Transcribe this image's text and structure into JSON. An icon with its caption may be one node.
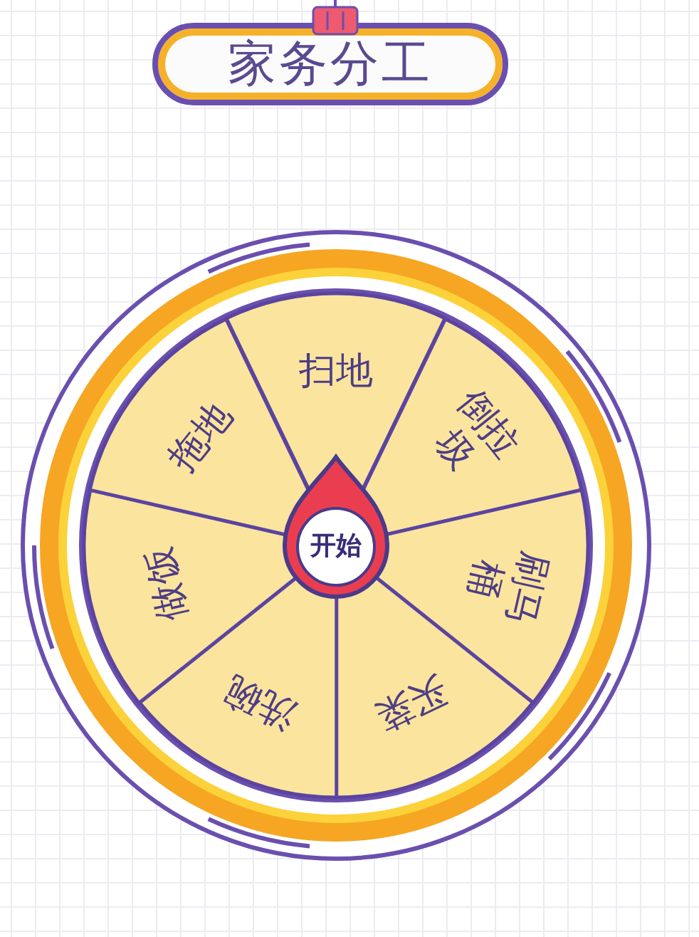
{
  "diagram": {
    "title": "家务分工",
    "nodes": [
      {
        "text": [
          "扫地"
        ]
      },
      {
        "text": [
          "倒拉圾"
        ]
      },
      {
        "text": [
          "刷马桶"
        ]
      },
      {
        "text": [
          "买菜"
        ]
      },
      {
        "text": [
          "洗碗"
        ]
      },
      {
        "text": [
          "做饭"
        ]
      },
      {
        "text": [
          "拖地"
        ]
      },
      {
        "text": [
          "开始"
        ]
      }
    ]
  }
}
